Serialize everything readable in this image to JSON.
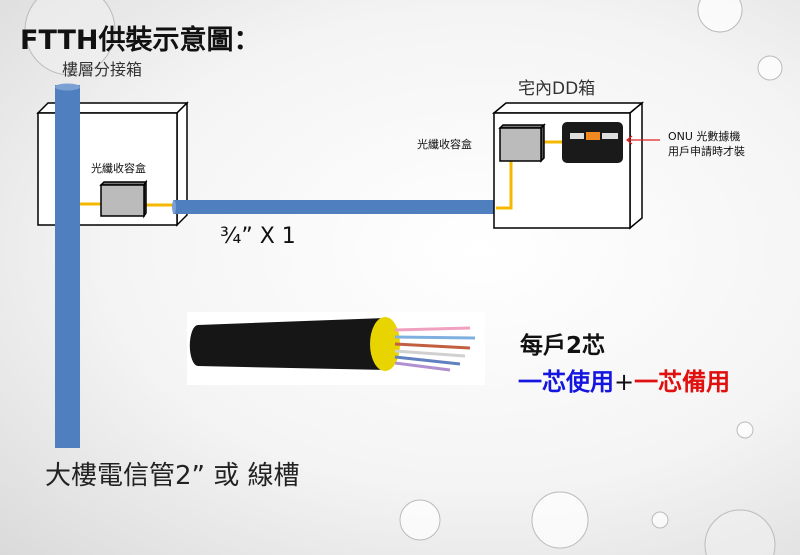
{
  "title": "FTTH供裝示意圖：",
  "floor_box_label": "樓層分接箱",
  "fiber_box_label_left": "光纖收容盒",
  "conduit_label": "¾” X 1",
  "home_box_label": "宅內DD箱",
  "fiber_box_label_right": "光纖收容盒",
  "onu_note": {
    "line1": "ONU 光數據機",
    "line2": "用戶申請時才裝"
  },
  "cores": {
    "line1": "每戶2芯",
    "use": "一芯使用",
    "plus": "+",
    "spare": "一芯備用"
  },
  "building_conduit": "大樓電信管2” 或 線槽",
  "colors": {
    "pipe": "#4f7fbf",
    "fiber": "#f5b800",
    "use": "#1515e0",
    "spare": "#e01010",
    "arrow": "#e02020"
  }
}
